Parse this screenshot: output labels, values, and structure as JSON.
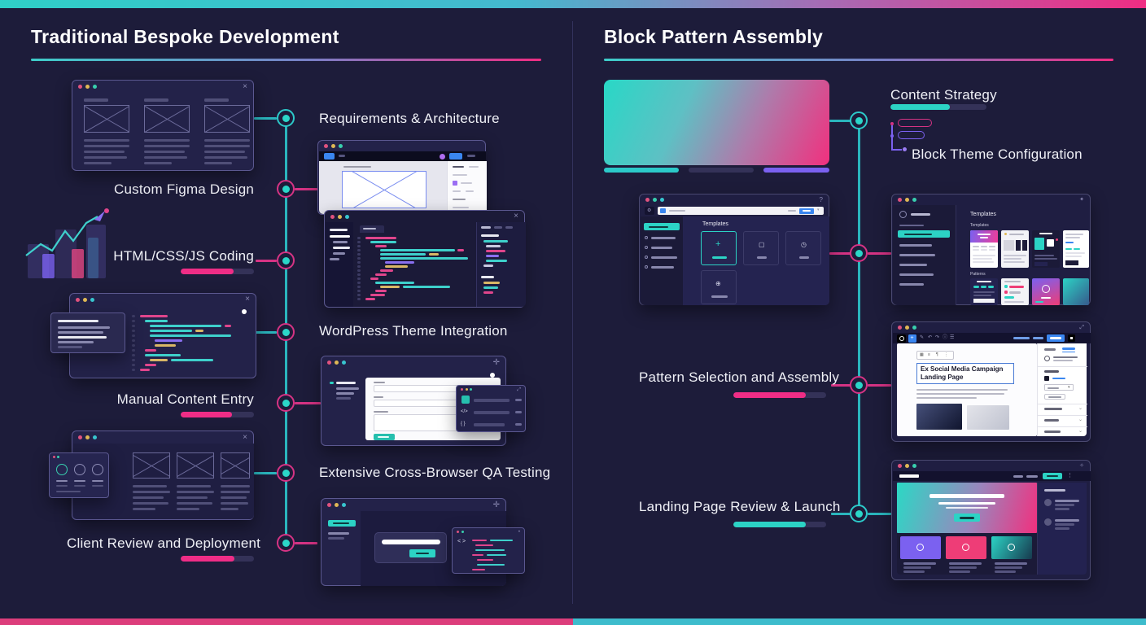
{
  "header": {
    "left_title": "Traditional Bespoke Development",
    "right_title": "Block Pattern Assembly"
  },
  "left_panel": {
    "steps": [
      {
        "label": "Requirements & Architecture"
      },
      {
        "label": "Custom Figma Design"
      },
      {
        "label": "HTML/CSS/JS Coding",
        "progress_percent": 72,
        "progress_color": "#ef2d86"
      },
      {
        "label": "WordPress Theme Integration"
      },
      {
        "label": "Manual Content Entry",
        "progress_percent": 70,
        "progress_color": "#ef2d86"
      },
      {
        "label": "Extensive Cross-Browser QA Testing"
      },
      {
        "label": "Client Review and Deployment",
        "progress_percent": 73,
        "progress_color": "#ef2d86"
      }
    ]
  },
  "right_panel": {
    "steps": [
      {
        "label": "Content Strategy",
        "progress_percent": 62,
        "progress_color": "#2cd3c5"
      },
      {
        "label": "Block Theme Configuration"
      },
      {
        "label": "Pattern Selection and Assembly",
        "progress_percent": 78,
        "progress_color": "#ef2d86"
      },
      {
        "label": "Landing Page Review & Launch",
        "progress_percent": 78,
        "progress_color": "#2cd3c5"
      }
    ]
  },
  "mockups": {
    "templates_admin": {
      "heading": "Templates"
    },
    "template_gallery": {
      "heading": "Templates",
      "section_templates": "Templates",
      "section_patterns": "Patterns"
    },
    "block_editor": {
      "post_title": "Ex Social Media Campaign Landing Page"
    }
  },
  "colors": {
    "background": "#1d1c3a",
    "accent_cyan": "#2cd3c5",
    "accent_pink": "#ef2d86",
    "accent_purple": "#7b61f0"
  }
}
